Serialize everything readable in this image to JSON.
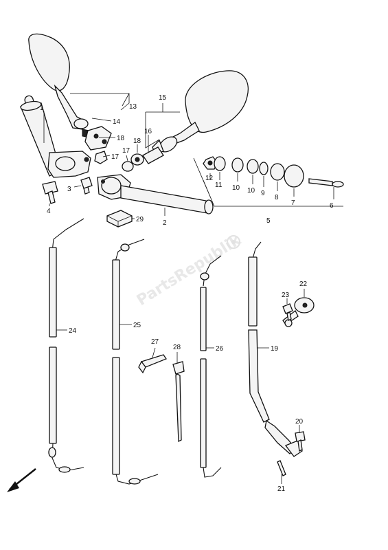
{
  "watermark": "PartsRepublik",
  "labels": [
    {
      "id": "1",
      "text": "1"
    },
    {
      "id": "2",
      "text": "2"
    },
    {
      "id": "3",
      "text": "3"
    },
    {
      "id": "4",
      "text": "4"
    },
    {
      "id": "5",
      "text": "5"
    },
    {
      "id": "6",
      "text": "6"
    },
    {
      "id": "7",
      "text": "7"
    },
    {
      "id": "8",
      "text": "8"
    },
    {
      "id": "9",
      "text": "9"
    },
    {
      "id": "10a",
      "text": "10"
    },
    {
      "id": "10b",
      "text": "10"
    },
    {
      "id": "11",
      "text": "11"
    },
    {
      "id": "12",
      "text": "12"
    },
    {
      "id": "13",
      "text": "13"
    },
    {
      "id": "14",
      "text": "14"
    },
    {
      "id": "15",
      "text": "15"
    },
    {
      "id": "16",
      "text": "16"
    },
    {
      "id": "17a",
      "text": "17"
    },
    {
      "id": "17b",
      "text": "17"
    },
    {
      "id": "18a",
      "text": "18"
    },
    {
      "id": "18b",
      "text": "18"
    },
    {
      "id": "19",
      "text": "19"
    },
    {
      "id": "20",
      "text": "20"
    },
    {
      "id": "21",
      "text": "21"
    },
    {
      "id": "22",
      "text": "22"
    },
    {
      "id": "23",
      "text": "23"
    },
    {
      "id": "24",
      "text": "24"
    },
    {
      "id": "25",
      "text": "25"
    },
    {
      "id": "26",
      "text": "26"
    },
    {
      "id": "27",
      "text": "27"
    },
    {
      "id": "28",
      "text": "28"
    },
    {
      "id": "29",
      "text": "29"
    }
  ]
}
